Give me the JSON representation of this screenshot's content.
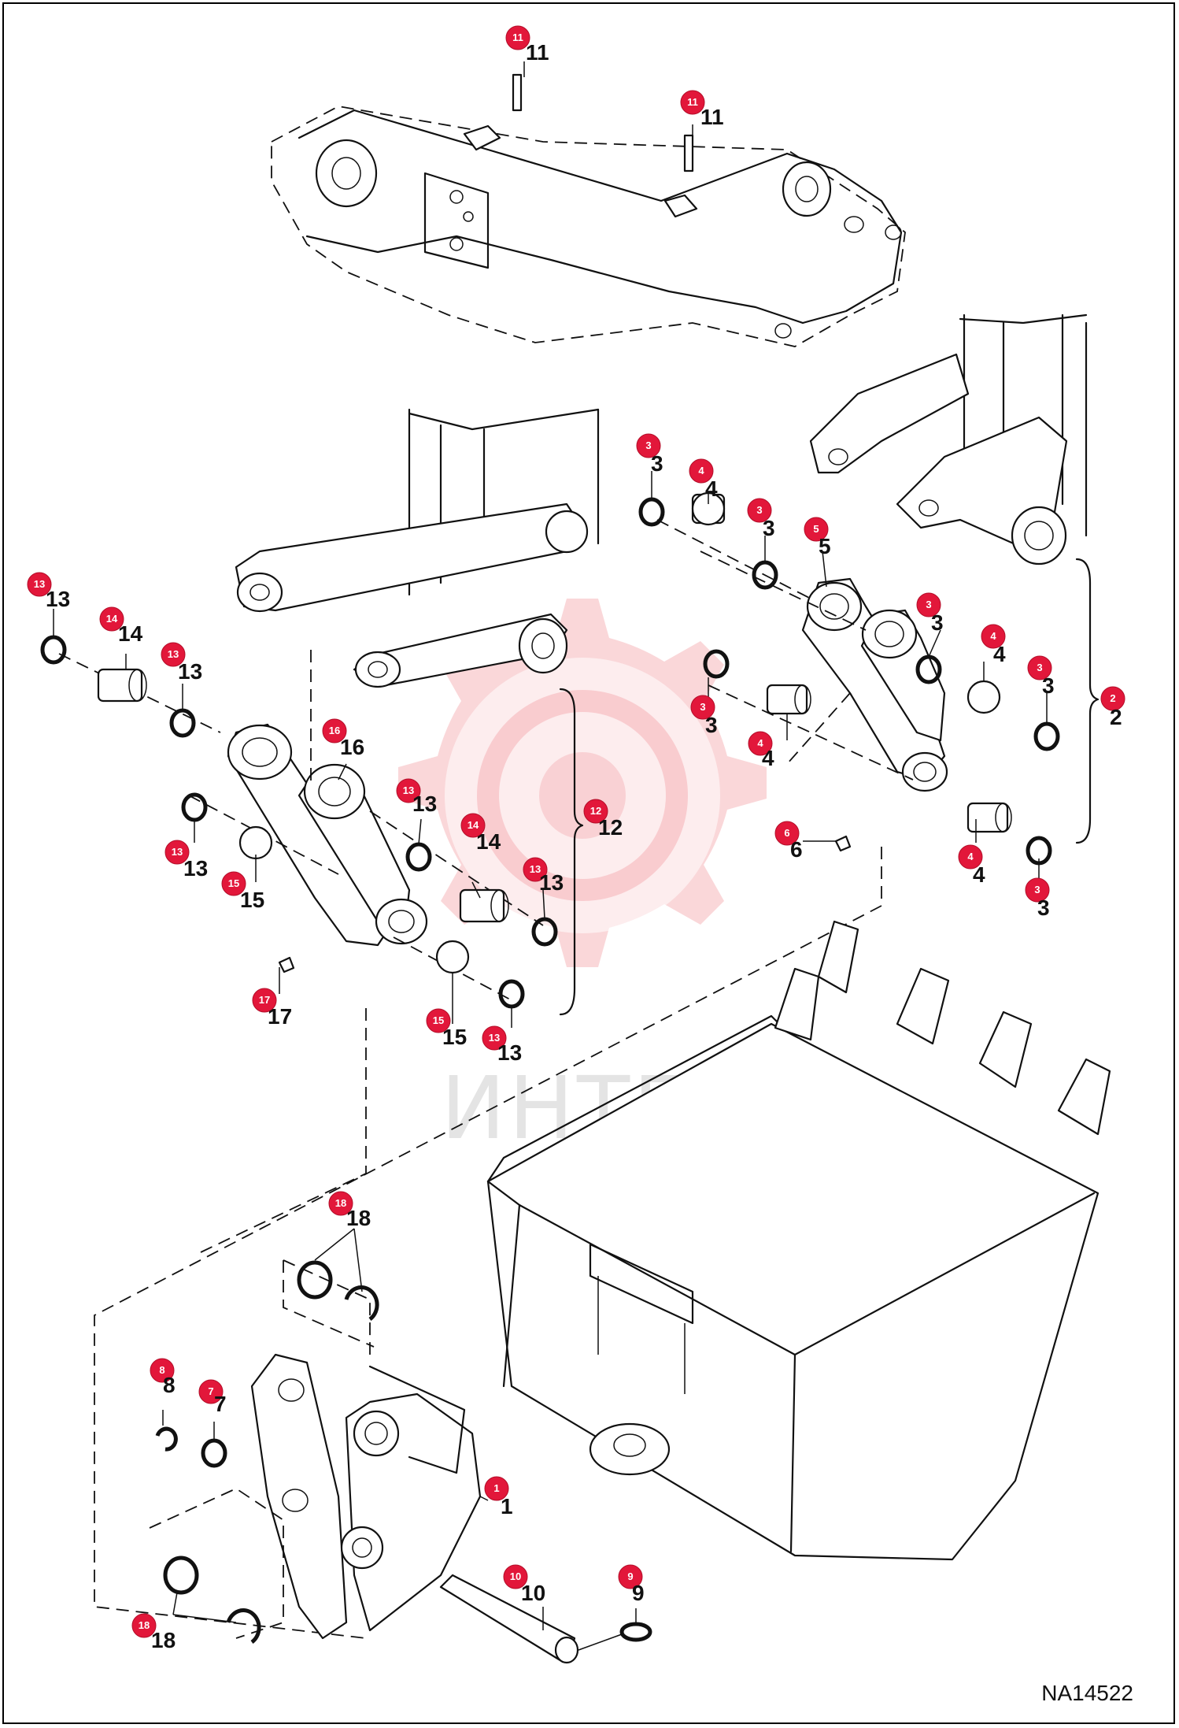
{
  "figure_id": "NA14522",
  "watermark": "ИНТЕХ",
  "colors": {
    "badge": "#e2173a",
    "line": "#111111",
    "watermark": "#f6b6ba"
  },
  "callouts": [
    {
      "id": "c11a",
      "label": "11",
      "badge": "11"
    },
    {
      "id": "c11b",
      "label": "11",
      "badge": "11"
    },
    {
      "id": "c3a",
      "label": "3",
      "badge": "3"
    },
    {
      "id": "c4a",
      "label": "4",
      "badge": "4"
    },
    {
      "id": "c3b",
      "label": "3",
      "badge": "3"
    },
    {
      "id": "c5",
      "label": "5",
      "badge": "5"
    },
    {
      "id": "c3c",
      "label": "3",
      "badge": "3"
    },
    {
      "id": "c4b",
      "label": "4",
      "badge": "4"
    },
    {
      "id": "c3d",
      "label": "3",
      "badge": "3"
    },
    {
      "id": "c2",
      "label": "2",
      "badge": "2"
    },
    {
      "id": "c3e",
      "label": "3",
      "badge": "3"
    },
    {
      "id": "c4c",
      "label": "4",
      "badge": "4"
    },
    {
      "id": "c6",
      "label": "6",
      "badge": "6"
    },
    {
      "id": "c4d",
      "label": "4",
      "badge": "4"
    },
    {
      "id": "c3f",
      "label": "3",
      "badge": "3"
    },
    {
      "id": "c13a",
      "label": "13",
      "badge": "13"
    },
    {
      "id": "c14a",
      "label": "14",
      "badge": "14"
    },
    {
      "id": "c13b",
      "label": "13",
      "badge": "13"
    },
    {
      "id": "c16",
      "label": "16",
      "badge": "16"
    },
    {
      "id": "c13c",
      "label": "13",
      "badge": "13"
    },
    {
      "id": "c12",
      "label": "12",
      "badge": "12"
    },
    {
      "id": "c13d",
      "label": "13",
      "badge": "13"
    },
    {
      "id": "c14b",
      "label": "14",
      "badge": "14"
    },
    {
      "id": "c13e",
      "label": "13",
      "badge": "13"
    },
    {
      "id": "c15a",
      "label": "15",
      "badge": "15"
    },
    {
      "id": "c17",
      "label": "17",
      "badge": "17"
    },
    {
      "id": "c15b",
      "label": "15",
      "badge": "15"
    },
    {
      "id": "c13f",
      "label": "13",
      "badge": "13"
    },
    {
      "id": "c18a",
      "label": "18",
      "badge": "18"
    },
    {
      "id": "c8",
      "label": "8",
      "badge": "8"
    },
    {
      "id": "c7",
      "label": "7",
      "badge": "7"
    },
    {
      "id": "c1",
      "label": "1",
      "badge": "1"
    },
    {
      "id": "c10",
      "label": "10",
      "badge": "10"
    },
    {
      "id": "c9",
      "label": "9",
      "badge": "9"
    },
    {
      "id": "c18b",
      "label": "18",
      "badge": "18"
    }
  ]
}
